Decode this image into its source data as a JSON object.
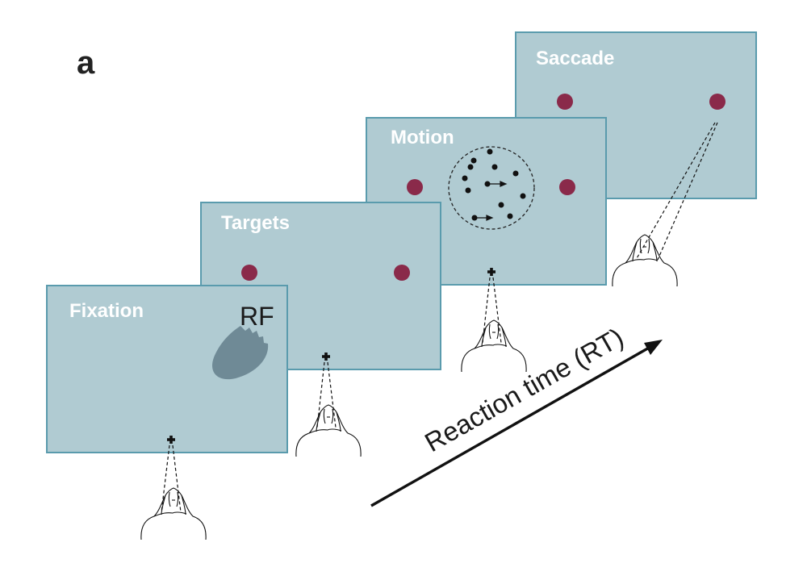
{
  "figure_label": "a",
  "panels": {
    "fixation": {
      "title": "Fixation"
    },
    "targets": {
      "title": "Targets"
    },
    "motion": {
      "title": "Motion"
    },
    "saccade": {
      "title": "Saccade"
    }
  },
  "rf_label": "RF",
  "time_axis_label": "Reaction time (RT)",
  "colors": {
    "panel_fill": "#b0cbd2",
    "panel_border": "#5a9bad",
    "target": "#8a2a4a",
    "receptive_field": "#6f8a96"
  }
}
